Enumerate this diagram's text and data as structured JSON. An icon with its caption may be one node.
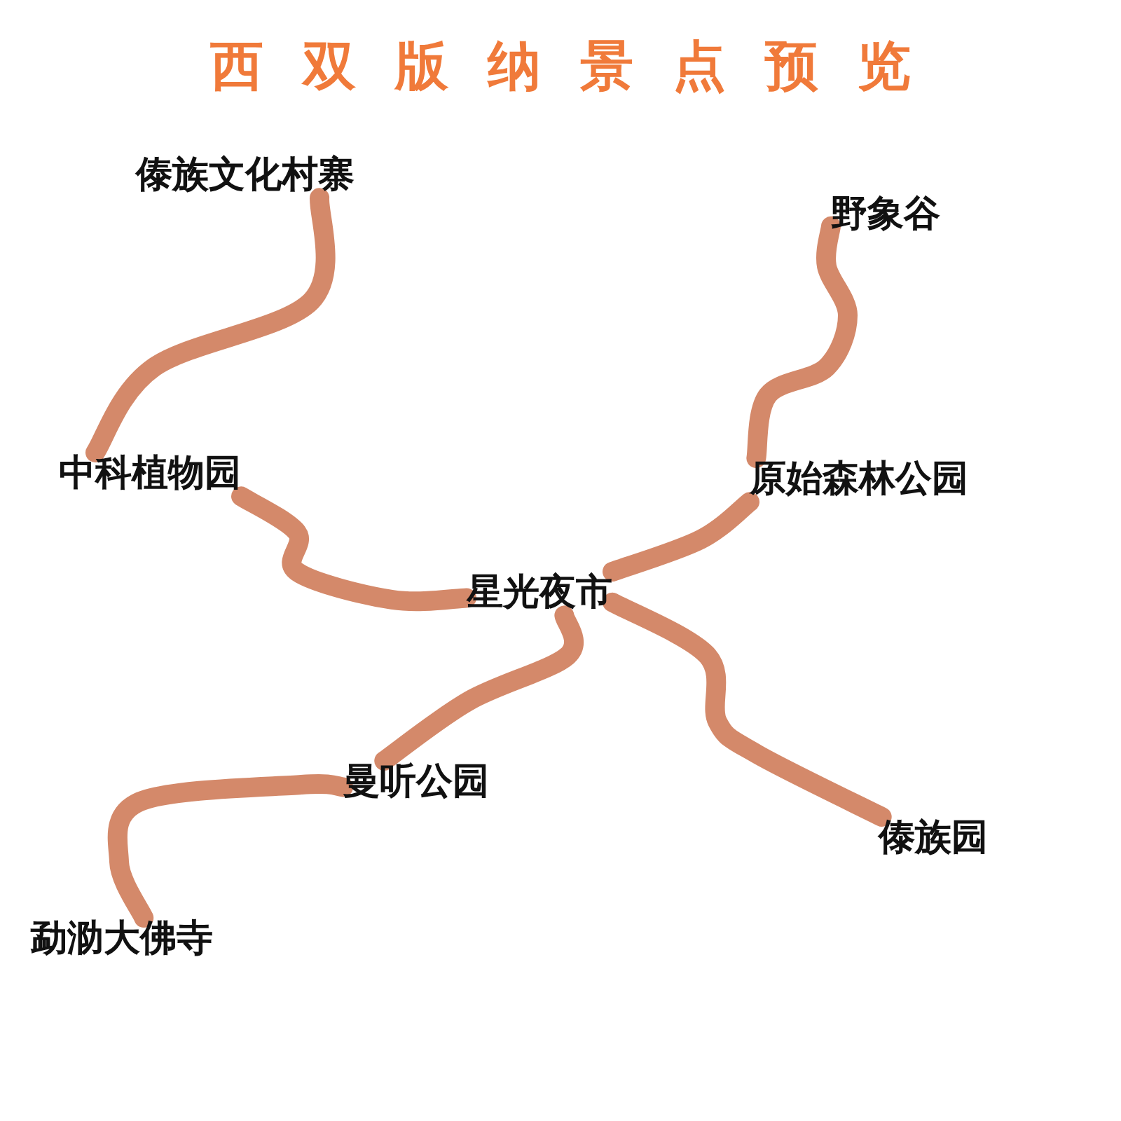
{
  "diagram": {
    "title": "西双版纳景点预览",
    "nodes": [
      {
        "text": [
          "傣族文化村寨"
        ]
      },
      {
        "text": [
          "野象谷"
        ]
      },
      {
        "text": [
          "中科植物园"
        ]
      },
      {
        "text": [
          "原始森林公园"
        ]
      },
      {
        "text": [
          "星光夜市"
        ]
      },
      {
        "text": [
          "曼听公园"
        ]
      },
      {
        "text": [
          "傣族园"
        ]
      },
      {
        "text": [
          "勐泐大佛寺"
        ]
      }
    ],
    "edges": [
      {
        "from": 0,
        "to": 2,
        "arrow": "none"
      },
      {
        "from": 1,
        "to": 3,
        "arrow": "none"
      },
      {
        "from": 2,
        "to": 4,
        "arrow": "none"
      },
      {
        "from": 3,
        "to": 4,
        "arrow": "none"
      },
      {
        "from": 4,
        "to": 5,
        "arrow": "none"
      },
      {
        "from": 4,
        "to": 6,
        "arrow": "none"
      },
      {
        "from": 5,
        "to": 7,
        "arrow": "none"
      }
    ]
  }
}
